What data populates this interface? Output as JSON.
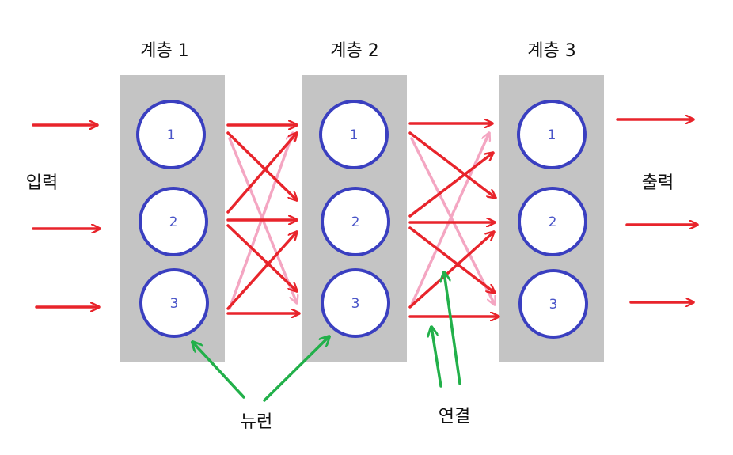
{
  "layers": [
    {
      "title": "계층 1",
      "neurons": [
        "1",
        "2",
        "3"
      ]
    },
    {
      "title": "계층 2",
      "neurons": [
        "1",
        "2",
        "3"
      ]
    },
    {
      "title": "계층 3",
      "neurons": [
        "1",
        "2",
        "3"
      ]
    }
  ],
  "labels": {
    "input": "입력",
    "output": "출력",
    "neuron": "뉴런",
    "connection": "연결"
  },
  "colors": {
    "layer_box": "#c4c4c4",
    "neuron_stroke": "#3a3fc0",
    "neuron_fill": "#ffffff",
    "connection_strong": "#e8242b",
    "connection_light": "#f4a6c2",
    "pointer": "#22b04a"
  }
}
